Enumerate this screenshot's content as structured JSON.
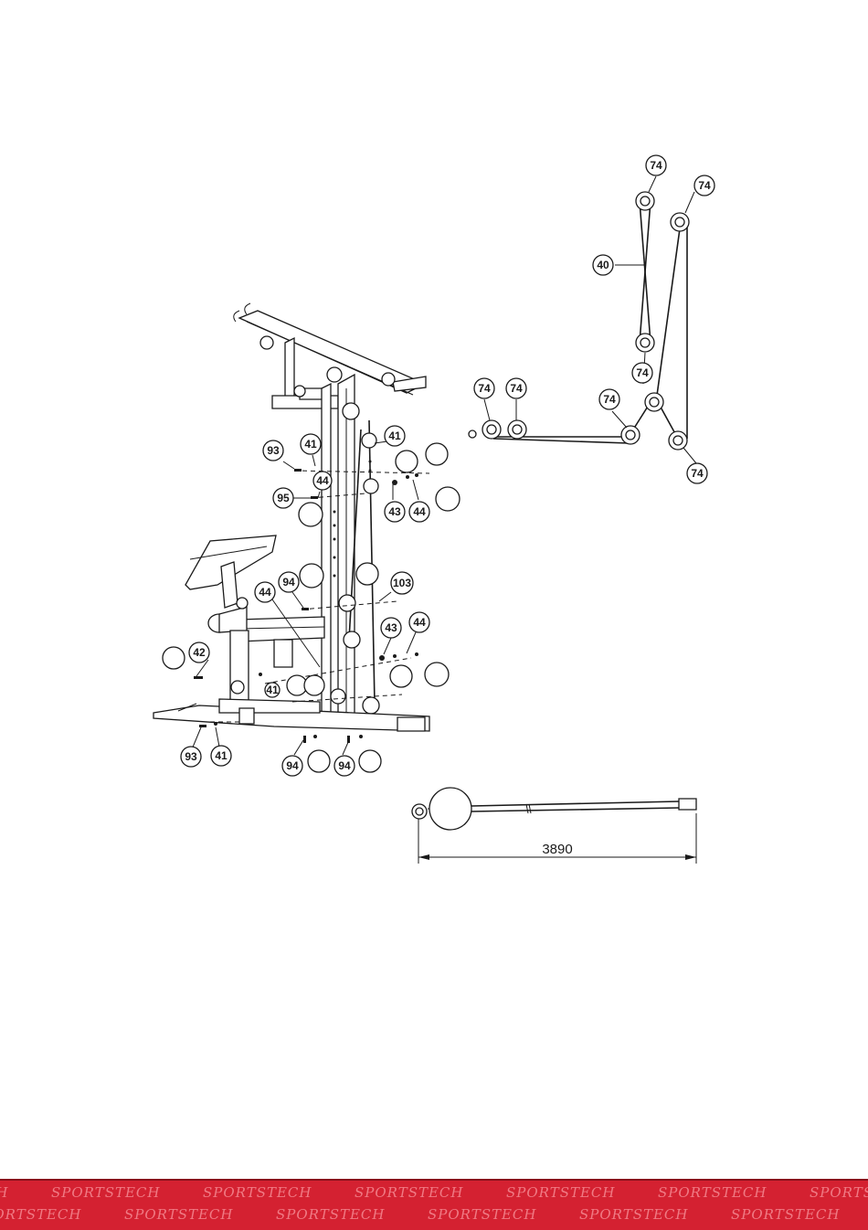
{
  "diagram": {
    "callouts": {
      "pulley_system": [
        "74",
        "74",
        "40",
        "74",
        "74",
        "74",
        "74",
        "74"
      ],
      "frame": [
        "93",
        "41",
        "41",
        "44",
        "95",
        "43",
        "44",
        "94",
        "103",
        "44",
        "43",
        "44",
        "42",
        "41",
        "93",
        "41",
        "94",
        "94"
      ],
      "blank_count": 15
    },
    "cable_dimension": "3890"
  },
  "footer": {
    "brand": "SPORTSTECH",
    "color": "#d42131"
  }
}
